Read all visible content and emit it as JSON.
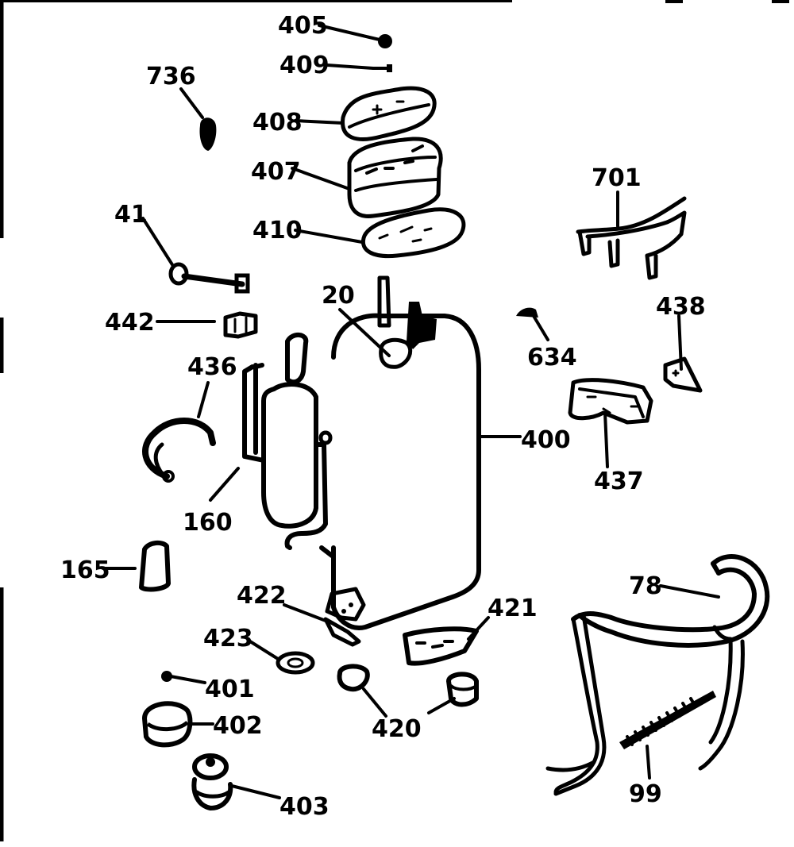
{
  "diagram": {
    "callouts": [
      {
        "key": "c405",
        "label": "405"
      },
      {
        "key": "c409",
        "label": "409"
      },
      {
        "key": "c736",
        "label": "736"
      },
      {
        "key": "c408",
        "label": "408"
      },
      {
        "key": "c407",
        "label": "407"
      },
      {
        "key": "c410",
        "label": "410"
      },
      {
        "key": "c41",
        "label": "41"
      },
      {
        "key": "c442",
        "label": "442"
      },
      {
        "key": "c20",
        "label": "20"
      },
      {
        "key": "c634",
        "label": "634"
      },
      {
        "key": "c438",
        "label": "438"
      },
      {
        "key": "c436",
        "label": "436"
      },
      {
        "key": "c160",
        "label": "160"
      },
      {
        "key": "c400",
        "label": "400"
      },
      {
        "key": "c437",
        "label": "437"
      },
      {
        "key": "c701",
        "label": "701"
      },
      {
        "key": "c165",
        "label": "165"
      },
      {
        "key": "c422",
        "label": "422"
      },
      {
        "key": "c421",
        "label": "421"
      },
      {
        "key": "c423",
        "label": "423"
      },
      {
        "key": "c401",
        "label": "401"
      },
      {
        "key": "c402",
        "label": "402"
      },
      {
        "key": "c420",
        "label": "420"
      },
      {
        "key": "c403",
        "label": "403"
      },
      {
        "key": "c78",
        "label": "78"
      },
      {
        "key": "c99",
        "label": "99"
      }
    ]
  }
}
